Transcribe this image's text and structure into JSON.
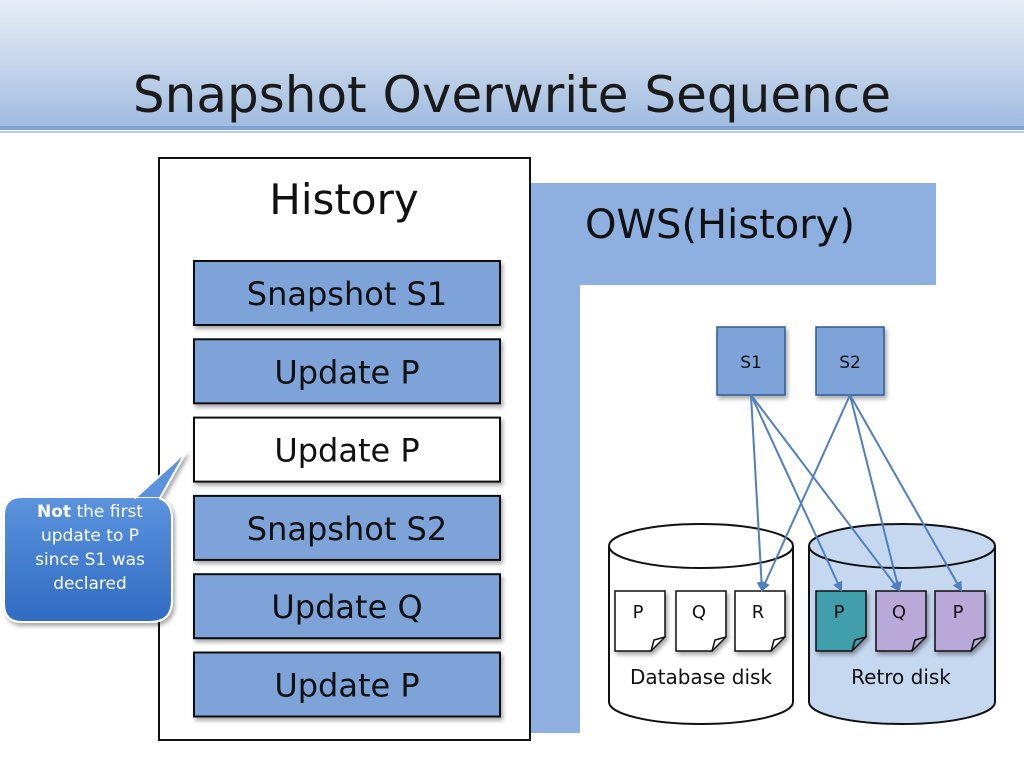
{
  "slide": {
    "title": "Snapshot Overwrite Sequence"
  },
  "history": {
    "heading": "History",
    "items": [
      {
        "label": "Snapshot S1",
        "highlighted": true
      },
      {
        "label": "Update P",
        "highlighted": true
      },
      {
        "label": "Update P",
        "highlighted": false
      },
      {
        "label": "Snapshot S2",
        "highlighted": true
      },
      {
        "label": "Update Q",
        "highlighted": true
      },
      {
        "label": "Update P",
        "highlighted": true
      }
    ]
  },
  "ows": {
    "label": "OWS(History)"
  },
  "callout": {
    "bold": "Not",
    "line1_rest": " the first",
    "line2": "update to P",
    "line3": "since S1 was",
    "line4": "declared"
  },
  "snapshots": [
    {
      "label": "S1"
    },
    {
      "label": "S2"
    }
  ],
  "disks": [
    {
      "label": "Database disk",
      "pages": [
        "P",
        "Q",
        "R"
      ]
    },
    {
      "label": "Retro disk",
      "pages": [
        "P",
        "Q",
        "P"
      ]
    }
  ],
  "colors": {
    "accent_blue": "#8db0e0",
    "box_blue": "#7ea3d8",
    "callout_blue": "#3a76cc",
    "arrow": "#4f7fbf",
    "teal_page": "#3f9fab",
    "lilac_page": "#b9a9d8",
    "retro_disk": "#c6d8f0"
  }
}
